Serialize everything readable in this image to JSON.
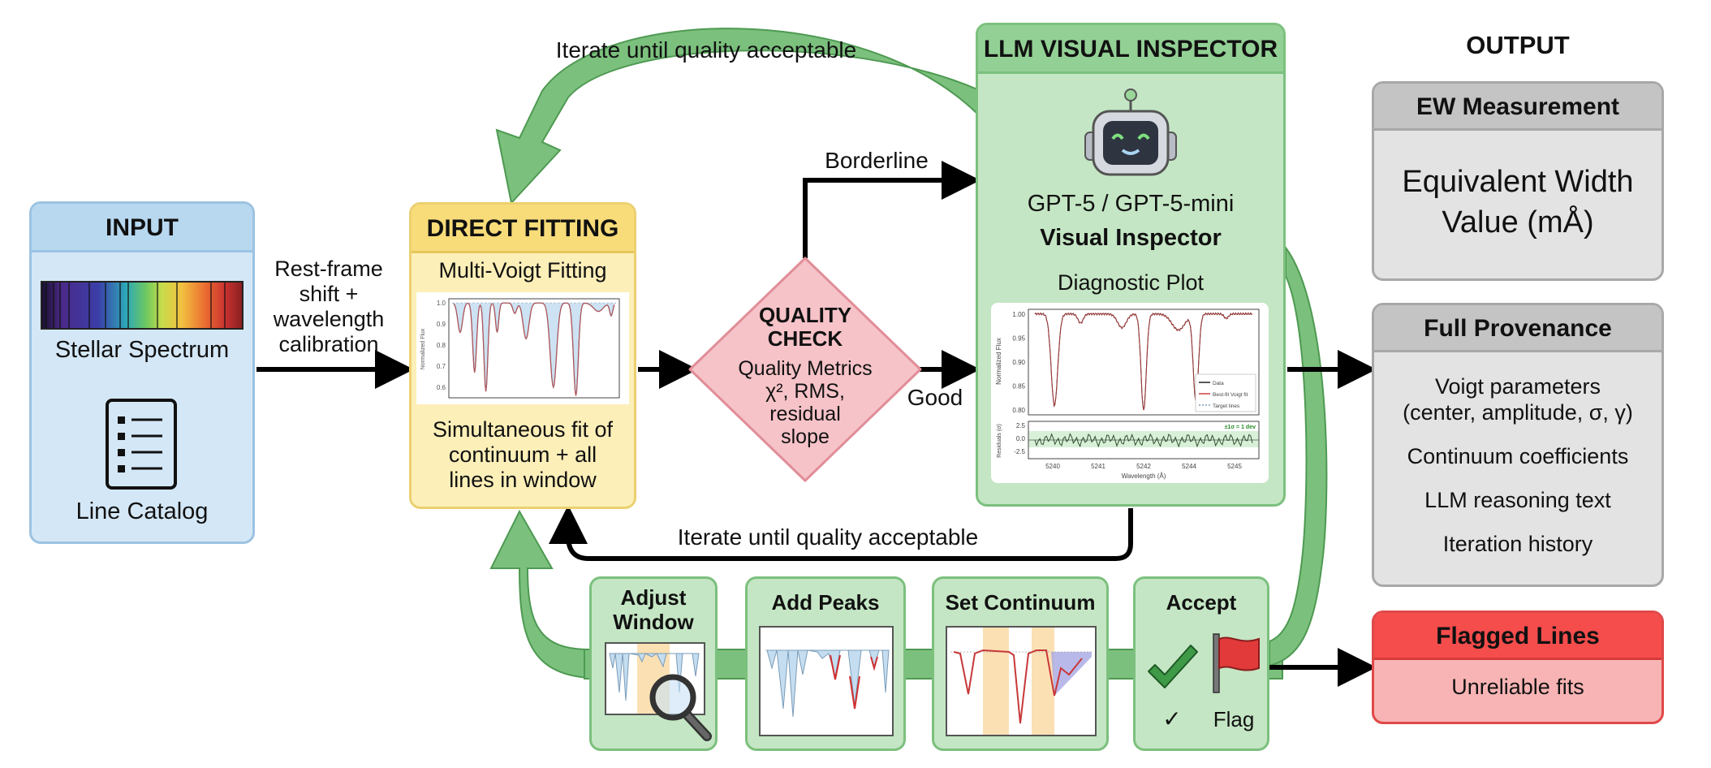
{
  "title": "LLM-assisted equivalent-width fitting pipeline",
  "colors": {
    "input_fill": "#d4e7f6",
    "fitting_fill": "#fcefb8",
    "llm_fill": "#c4e6c4",
    "loop_arrow": "#7cc07e",
    "quality_fill": "#f6c3c8",
    "output_fill": "#e3e3e3",
    "flag_fill": "#f54c4c"
  },
  "input": {
    "title": "INPUT",
    "spectrum_label": "Stellar Spectrum",
    "catalog_label": "Line Catalog",
    "spectrum_icon": "spectrum-bar-icon",
    "catalog_icon": "list-document-icon"
  },
  "edges": {
    "input_to_fit": [
      "Rest-frame",
      "shift +",
      "wavelength",
      "calibration"
    ],
    "top_loop": "Iterate until quality acceptable",
    "borderline": "Borderline",
    "good": "Good",
    "bottom_loop": "Iterate until quality acceptable"
  },
  "fitting": {
    "title": "DIRECT FITTING",
    "subtitle": "Multi-Voigt Fitting",
    "plot_yticks": [
      "1.0",
      "0.9",
      "0.8",
      "0.7",
      "0.6"
    ],
    "plot_ylabel": "Normalized Flux",
    "description": [
      "Simultaneous fit of",
      "continuum + all",
      "lines in window"
    ]
  },
  "quality": {
    "title_line1": "QUALITY",
    "title_line2": "CHECK",
    "metrics": [
      "Quality Metrics",
      "χ², RMS,",
      "residual",
      "slope"
    ]
  },
  "llm": {
    "title": "LLM VISUAL INSPECTOR",
    "icon": "robot-icon",
    "models": "GPT-5 / GPT-5-mini",
    "role": "Visual Inspector",
    "plot_title": "Diagnostic Plot",
    "plot": {
      "ylabel_top": "Normalized Flux",
      "ylabel_bottom": "Residuals (σ)",
      "xlabel": "Wavelength (Å)",
      "yticks_top": [
        "1.00",
        "0.95",
        "0.90",
        "0.85",
        "0.80"
      ],
      "yticks_bottom": [
        "2.5",
        "0.0",
        "-2.5"
      ],
      "xticks": [
        "5240",
        "5241",
        "5242",
        "5244",
        "5245"
      ],
      "legend": [
        "Data",
        "Best-fit Voigt fit",
        "Target lines"
      ],
      "band_label": "±1σ = 1 dev"
    }
  },
  "actions": [
    {
      "label_lines": [
        "Adjust",
        "Window"
      ],
      "icon": "magnifier-icon"
    },
    {
      "label_lines": [
        "Add Peaks"
      ],
      "icon": "spectrum-peaks-icon"
    },
    {
      "label_lines": [
        "Set Continuum"
      ],
      "icon": "continuum-regions-icon"
    },
    {
      "label_lines": [
        "Accept"
      ],
      "accept_mark": "✓",
      "flag_label": "Flag"
    }
  ],
  "output": {
    "title": "OUTPUT",
    "ew": {
      "title": "EW Measurement",
      "lines": [
        "Equivalent Width",
        "Value (mÅ)"
      ]
    },
    "provenance": {
      "title": "Full Provenance",
      "items": [
        [
          "Voigt parameters",
          "(center, amplitude, σ, γ)"
        ],
        [
          "Continuum coefficients"
        ],
        [
          "LLM reasoning text"
        ],
        [
          "Iteration history"
        ]
      ]
    },
    "flagged": {
      "title": "Flagged Lines",
      "text": "Unreliable fits"
    }
  }
}
